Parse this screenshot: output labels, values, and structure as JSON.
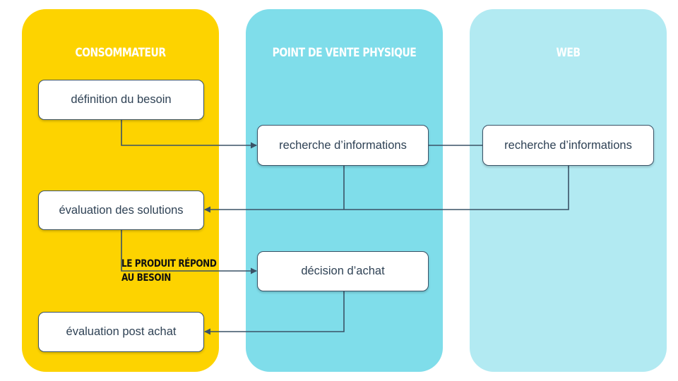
{
  "colors": {
    "lane_consommateur": "#FDD300",
    "lane_point_de_vente": "#7FDDEA",
    "lane_web": "#B2EAF2",
    "node_border": "#3A5266",
    "arrow": "#3A5266"
  },
  "lanes": [
    {
      "id": "consommateur",
      "title": "CONSOMMATEUR"
    },
    {
      "id": "point-de-vente",
      "title": "POINT DE VENTE PHYSIQUE"
    },
    {
      "id": "web",
      "title": "WEB"
    }
  ],
  "nodes": {
    "definition": "définition du besoin",
    "recherche_pdv": "recherche d’informations",
    "recherche_web": "recherche d’informations",
    "evaluation": "évaluation des solutions",
    "decision": "décision d’achat",
    "post_achat": "évaluation post achat"
  },
  "edge_label": "LE PRODUIT RÉPOND AU BESOIN"
}
